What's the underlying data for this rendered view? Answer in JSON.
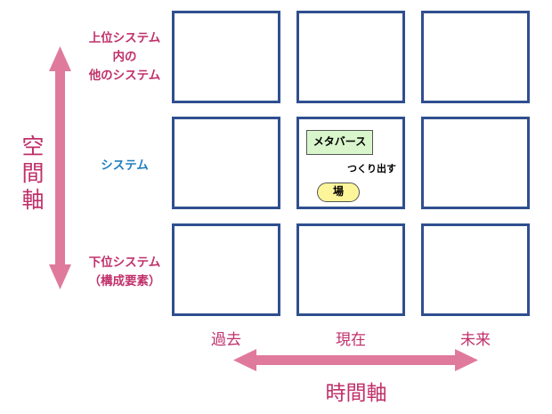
{
  "axes": {
    "vertical_label": "空間軸",
    "horizontal_label": "時間軸",
    "color": "#e07a9c"
  },
  "rows": [
    {
      "label": "上位システム\n内の\n他のシステム",
      "color": "#c0306a"
    },
    {
      "label": "システム",
      "color": "#1f7fc2"
    },
    {
      "label": "下位システム\n（構成要素）",
      "color": "#c0306a"
    }
  ],
  "columns": [
    "過去",
    "現在",
    "未来"
  ],
  "center_cell": {
    "top_box": "メタバース",
    "arrow_label": "つくり出す",
    "bottom_box": "場",
    "arrow_color": "#1f7fd6"
  },
  "colors": {
    "grid_border": "#2f4f8f",
    "text_pink": "#c0306a",
    "text_blue": "#1f7fc2",
    "box_green": "#d8f5cc",
    "box_yellow": "#fdf59a"
  }
}
